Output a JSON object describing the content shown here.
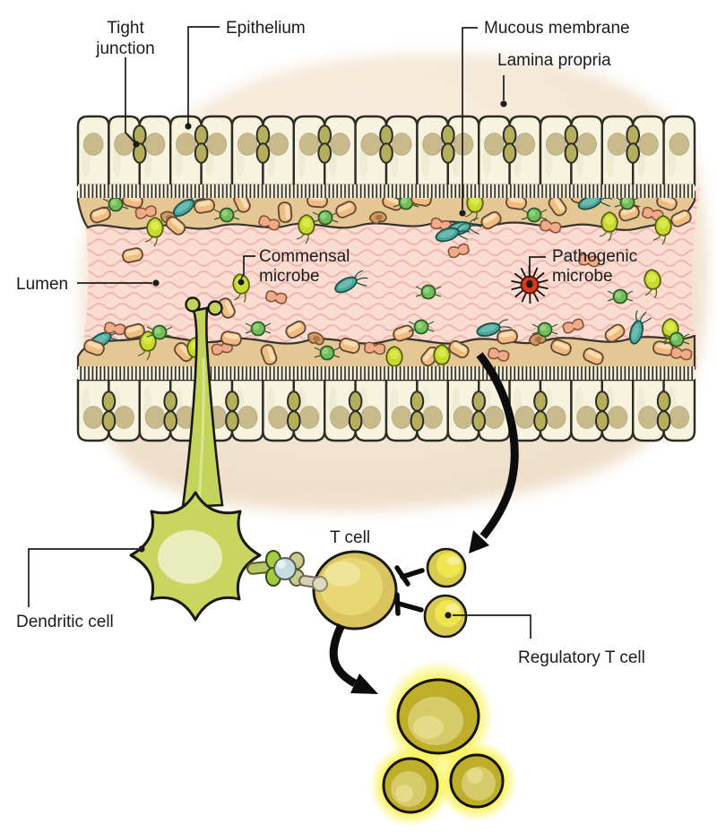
{
  "diagram": {
    "labels": {
      "tight_junction_line1": "Tight",
      "tight_junction_line2": "junction",
      "epithelium": "Epithelium",
      "mucous_membrane": "Mucous membrane",
      "lamina_propria": "Lamina propria",
      "lumen": "Lumen",
      "commensal_line1": "Commensal",
      "commensal_line2": "microbe",
      "pathogenic_line1": "Pathogenic",
      "pathogenic_line2": "microbe",
      "dendritic_cell": "Dendritic cell",
      "t_cell": "T cell",
      "regulatory_t_cell": "Regulatory T cell"
    },
    "colors": {
      "ink": "#1b1b1b",
      "tissue_bg_light": "#f8eedf",
      "tissue_bg_mid": "#f3e5d2",
      "tissue_bg_deep": "#ecd9c2",
      "cell_fill": "#f7f3df",
      "cell_stroke": "#2c2b24",
      "nucleus": "#c9ba8c",
      "junction": "#b5ae5c",
      "brush_fill": "#f6f2de",
      "mucus_fill": "#e4c794",
      "mucus_stroke": "#35332c",
      "lumen_fill": "#fbdcd3",
      "lumen_wave": "#f0b9ae",
      "pill": "#f1bc82",
      "pill_hi": "#f9ddb1",
      "pill_stroke": "#5f4733",
      "teal": "#49a89b",
      "teal_stroke": "#1e4f47",
      "green": "#70bd59",
      "green_stroke": "#2e5a28",
      "yellow_green": "#c8da30",
      "yellow_green_stroke": "#55610e",
      "salmon": "#efab89",
      "salmon_stroke": "#8a5136",
      "kidney": "#d09a66",
      "kidney_stroke": "#6b4a2b",
      "dc_fill": "#c9d55e",
      "dc_inner": "#e8edbb",
      "dc_stroke": "#1a190f",
      "stalk_fill": "#c3d35b",
      "tcell_fill": "#d9c45f",
      "tcell_inner": "#e7d873",
      "tcell_hi": "#f0e8a0",
      "reg_fill": "#d9cb4e",
      "reg_inner": "#efe54f",
      "act_fill": "#bfae2a",
      "act_inner": "#d6ca6b",
      "act_hi": "#e5dc8c",
      "glow": "#f8f147",
      "synapse_blue": "#c5dce1",
      "synapse_green": "#a4cb41",
      "synapse_olive": "#cbcb90",
      "synapse_tan": "#d6d1b2",
      "pathogen_red": "#d23b1e",
      "arrow_black": "#0c0c0c"
    }
  }
}
